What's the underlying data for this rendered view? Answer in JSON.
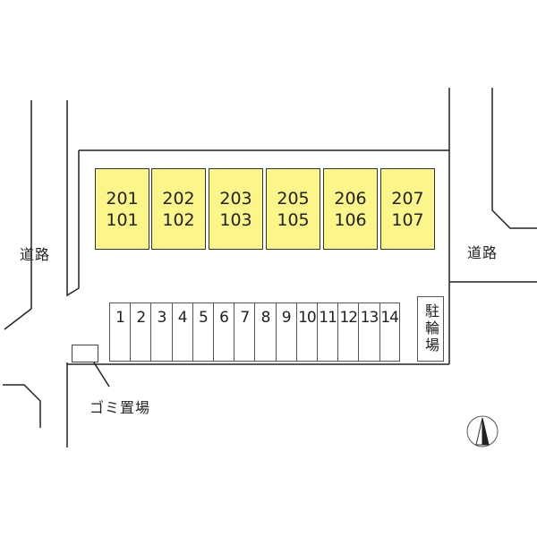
{
  "map": {
    "units": [
      {
        "upper": "201",
        "lower": "101"
      },
      {
        "upper": "202",
        "lower": "102"
      },
      {
        "upper": "203",
        "lower": "103"
      },
      {
        "upper": "205",
        "lower": "105"
      },
      {
        "upper": "206",
        "lower": "106"
      },
      {
        "upper": "207",
        "lower": "107"
      }
    ],
    "parking_slots": [
      "1",
      "2",
      "3",
      "4",
      "5",
      "6",
      "7",
      "8",
      "9",
      "10",
      "11",
      "12",
      "13",
      "14"
    ],
    "bicycle_parking": "駐輪場",
    "trash_area": "ゴミ置場",
    "road_left": "道路",
    "road_right": "道路",
    "north_arrow_icon": "north-arrow-icon",
    "colors": {
      "unit_fill": "#fbf58a",
      "line": "#333333"
    }
  }
}
